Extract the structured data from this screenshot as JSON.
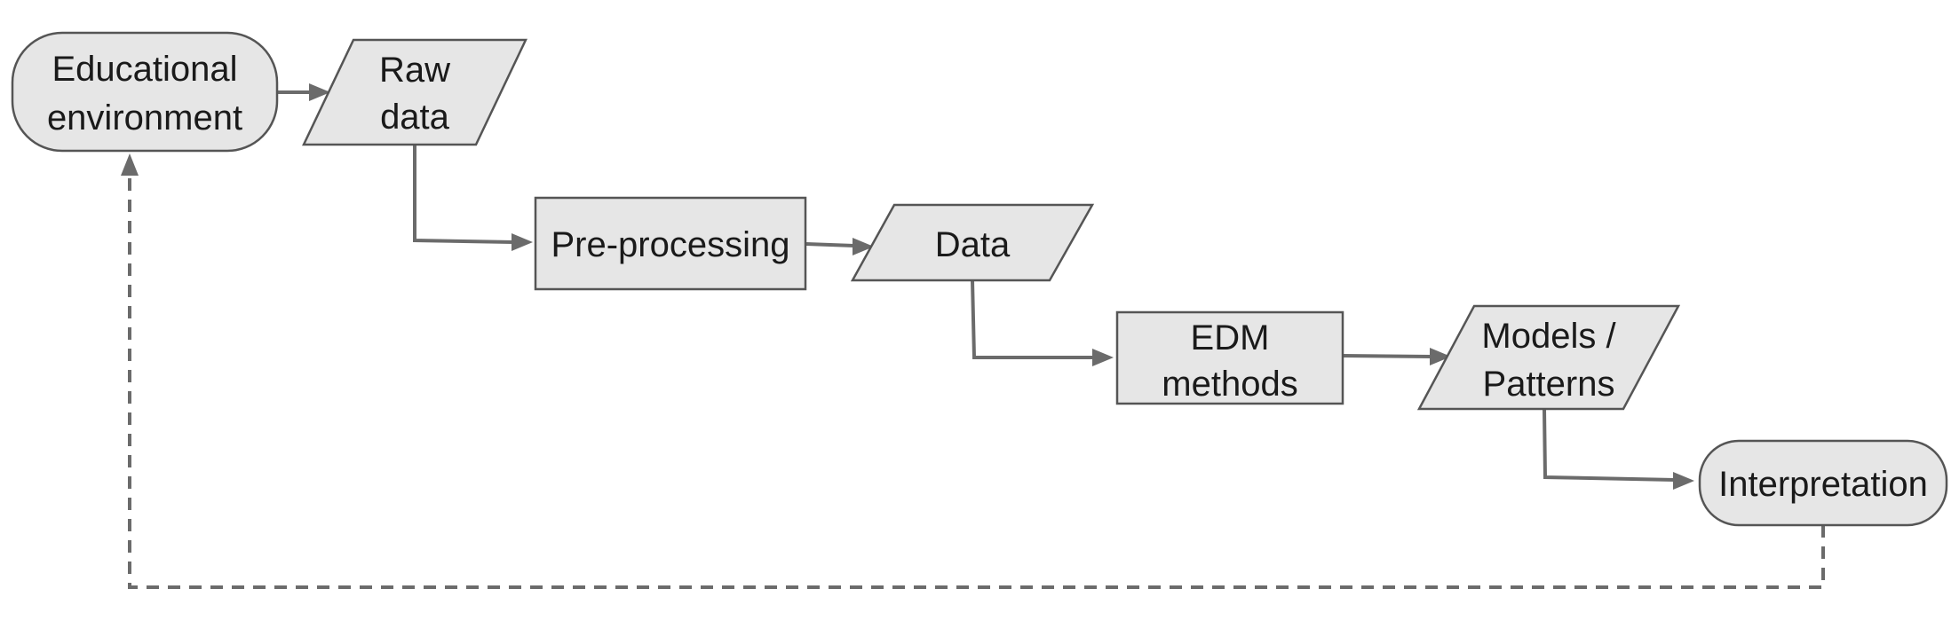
{
  "nodes": {
    "educational_environment": {
      "line1": "Educational",
      "line2": "environment"
    },
    "raw_data": {
      "line1": "Raw",
      "line2": "data"
    },
    "pre_processing": {
      "label": "Pre-processing"
    },
    "data": {
      "label": "Data"
    },
    "edm_methods": {
      "line1": "EDM",
      "line2": "methods"
    },
    "models_patterns": {
      "line1": "Models /",
      "line2": "Patterns"
    },
    "interpretation": {
      "label": "Interpretation"
    }
  },
  "colors": {
    "node_fill": "#e6e6e6",
    "node_stroke": "#555555",
    "arrow": "#6b6b6b",
    "text": "#1a1a1a"
  }
}
